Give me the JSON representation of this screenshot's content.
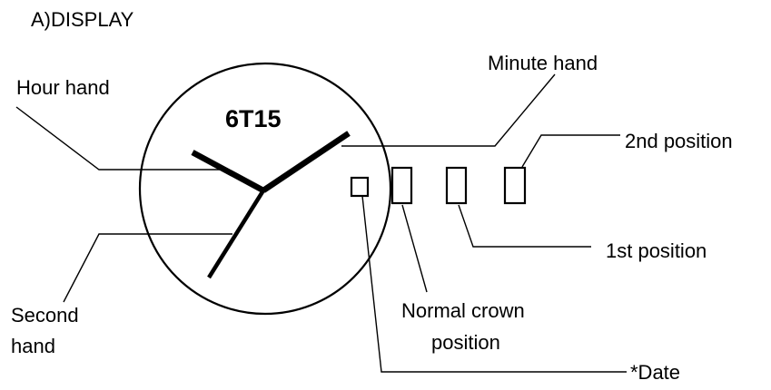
{
  "section_title": "A)DISPLAY",
  "watch": {
    "model": "6T15"
  },
  "labels": {
    "hour_hand": "Hour hand",
    "minute_hand": "Minute hand",
    "second_hand_line1": "Second",
    "second_hand_line2": "hand",
    "second_position": "2nd position",
    "first_position": "1st position",
    "normal_crown_line1": "Normal crown",
    "normal_crown_line2": "position",
    "date": "*Date"
  },
  "colors": {
    "ink": "#000000",
    "background": "#ffffff"
  }
}
